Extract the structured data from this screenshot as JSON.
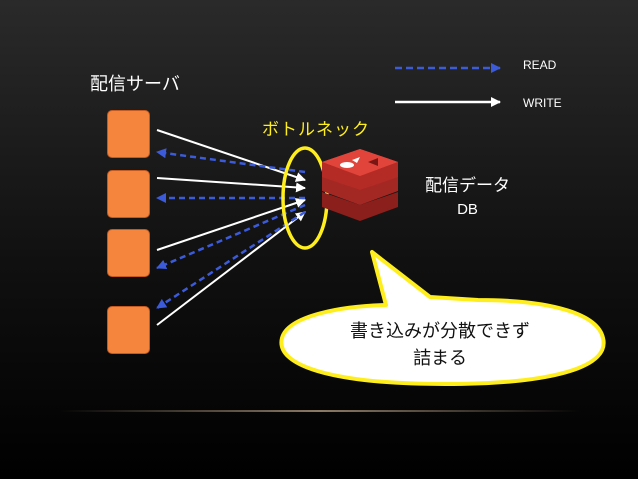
{
  "legend": {
    "read_label": "READ",
    "write_label": "WRITE",
    "read_color": "#3b5bdb",
    "write_color": "#ffffff"
  },
  "servers": {
    "title": "配信サーバ",
    "color": "#f5843c",
    "count": 4
  },
  "bottleneck": {
    "title": "ボトルネック",
    "color": "#ffee1d"
  },
  "database": {
    "title": "配信データ",
    "subtitle": "DB",
    "icon": "redis-logo-icon",
    "color": "#c6302b"
  },
  "callout": {
    "line1": "書き込みが分散できず",
    "line2": "詰まる",
    "border_color": "#ffee1d"
  }
}
